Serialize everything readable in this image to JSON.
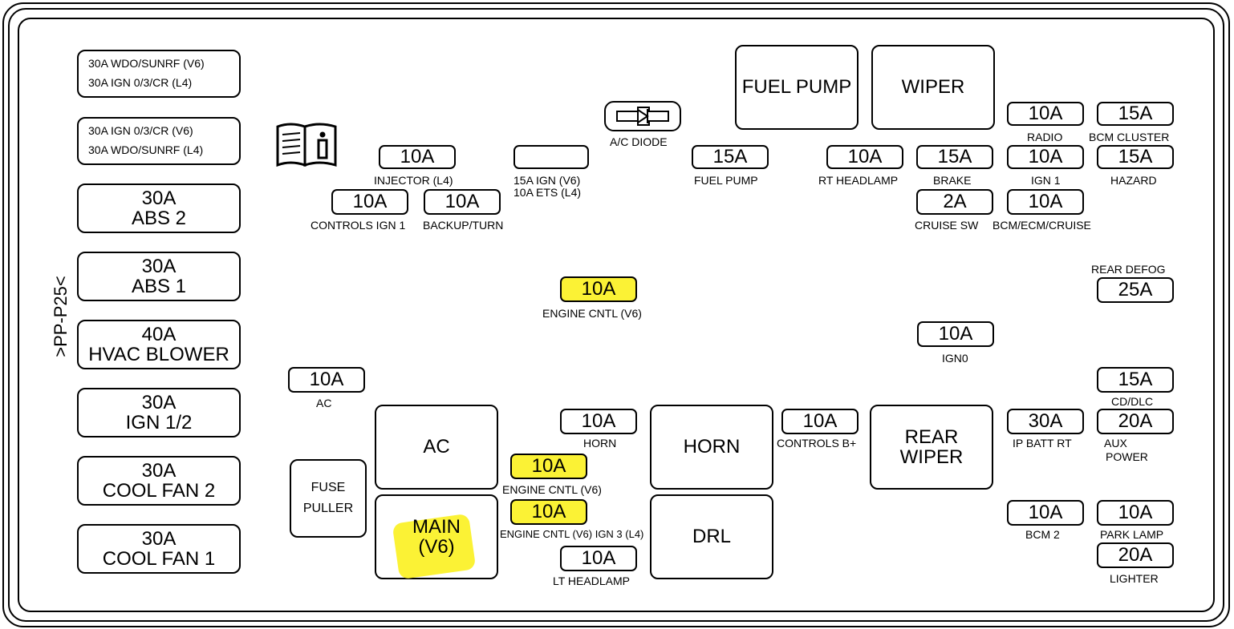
{
  "side_label": ">PP-P25<",
  "left_column": [
    {
      "line1": "30A WDO/SUNRF (V6)",
      "line2": "30A IGN 0/3/CR (L4)"
    },
    {
      "line1": "30A IGN 0/3/CR (V6)",
      "line2": "30A WDO/SUNRF (L4)"
    },
    {
      "line1": "30A",
      "line2": "ABS 2"
    },
    {
      "line1": "30A",
      "line2": "ABS 1"
    },
    {
      "line1": "40A",
      "line2": "HVAC BLOWER"
    },
    {
      "line1": "30A",
      "line2": "IGN 1/2"
    },
    {
      "line1": "30A",
      "line2": "COOL FAN 2"
    },
    {
      "line1": "30A",
      "line2": "COOL FAN 1"
    }
  ],
  "relays": {
    "fuel_pump": "FUEL PUMP",
    "wiper": "WIPER",
    "ac": "AC",
    "main_line1": "MAIN",
    "main_line2": "(V6)",
    "horn": "HORN",
    "drl": "DRL",
    "rear_wiper_line1": "REAR",
    "rear_wiper_line2": "WIPER",
    "fuse_puller_line1": "FUSE",
    "fuse_puller_line2": "PULLER"
  },
  "ac_diode_label": "A/C DIODE",
  "spare_slot_label_1": "15A IGN (V6)",
  "spare_slot_label_2": "10A ETS (L4)",
  "fuses": {
    "injector": {
      "rating": "10A",
      "label": "INJECTOR (L4)"
    },
    "controls_ign1": {
      "rating": "10A",
      "label": "CONTROLS IGN 1"
    },
    "backup_turn": {
      "rating": "10A",
      "label": "BACKUP/TURN"
    },
    "fuel_pump": {
      "rating": "15A",
      "label": "FUEL PUMP"
    },
    "rt_headlamp": {
      "rating": "10A",
      "label": "RT HEADLAMP"
    },
    "brake": {
      "rating": "15A",
      "label": "BRAKE"
    },
    "cruise_sw": {
      "rating": "2A",
      "label": "CRUISE SW"
    },
    "radio": {
      "rating": "10A",
      "label": "RADIO"
    },
    "ign1": {
      "rating": "10A",
      "label": "IGN 1"
    },
    "bcm_ecm_cruise": {
      "rating": "10A",
      "label": "BCM/ECM/CRUISE"
    },
    "bcm_cluster": {
      "rating": "15A",
      "label": "BCM CLUSTER"
    },
    "hazard": {
      "rating": "15A",
      "label": "HAZARD"
    },
    "rear_defog": {
      "rating": "25A",
      "label": "REAR DEFOG"
    },
    "engine_cntl_mid": {
      "rating": "10A",
      "label": "ENGINE CNTL (V6)"
    },
    "ign0": {
      "rating": "10A",
      "label": "IGN0"
    },
    "ac": {
      "rating": "10A",
      "label": "AC"
    },
    "horn": {
      "rating": "10A",
      "label": "HORN"
    },
    "engine_cntl_low": {
      "rating": "10A",
      "label": "ENGINE CNTL (V6)"
    },
    "engine_cntl_ign3": {
      "rating": "10A",
      "label": "ENGINE CNTL (V6) IGN 3 (L4)"
    },
    "lt_headlamp": {
      "rating": "10A",
      "label": "LT HEADLAMP"
    },
    "controls_bplus": {
      "rating": "10A",
      "label": "CONTROLS B+"
    },
    "cd_dlc": {
      "rating": "15A",
      "label": "CD/DLC"
    },
    "ip_batt_rt": {
      "rating": "30A",
      "label": "IP BATT RT"
    },
    "aux_power": {
      "rating": "20A",
      "label_line1": "AUX",
      "label_line2": "POWER"
    },
    "bcm2": {
      "rating": "10A",
      "label": "BCM 2"
    },
    "park_lamp": {
      "rating": "10A",
      "label": "PARK LAMP"
    },
    "lighter": {
      "rating": "20A",
      "label": "LIGHTER"
    }
  },
  "highlight_color": "#fbf235"
}
